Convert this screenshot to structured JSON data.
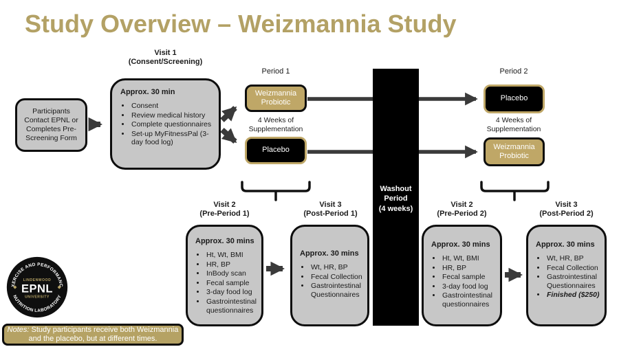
{
  "title": "Study Overview – Weizmannia Study",
  "colors": {
    "accent_gold": "#b3a165",
    "box_gold": "#bfa767",
    "gray_box": "#c7c7c7",
    "arrow_gray": "#3a3a3a",
    "black": "#000000"
  },
  "intake_box": {
    "text": "Participants Contact EPNL or Completes Pre-Screening Form"
  },
  "visit1": {
    "label_line1": "Visit 1",
    "label_line2": "(Consent/Screening)",
    "duration": "Approx. 30 min",
    "items": [
      "Consent",
      "Review medical history",
      "Complete questionnaires",
      "Set-up MyFitnessPal (3-day food log)"
    ]
  },
  "period1": {
    "label": "Period 1",
    "top_box": "Weizmannia Probiotic",
    "between": "4 Weeks of Supplementation",
    "bottom_box": "Placebo"
  },
  "washout": {
    "line1": "Washout",
    "line2": "Period",
    "line3": "(4 weeks)"
  },
  "period2": {
    "label": "Period 2",
    "top_box": "Placebo",
    "between": "4 Weeks of Supplementation",
    "bottom_box": "Weizmannia Probiotic"
  },
  "visits": [
    {
      "label_line1": "Visit 2",
      "label_line2": "(Pre-Period 1)",
      "duration": "Approx. 30 mins",
      "items": [
        "Ht, Wt, BMI",
        "HR, BP",
        "InBody scan",
        "Fecal sample",
        "3-day food log",
        "Gastrointestinal questionnaires"
      ]
    },
    {
      "label_line1": "Visit 3",
      "label_line2": "(Post-Period 1)",
      "duration": "Approx. 30 mins",
      "items": [
        "Wt, HR, BP",
        "Fecal Collection",
        "Gastrointestinal Questionnaires"
      ]
    },
    {
      "label_line1": "Visit 2",
      "label_line2": "(Pre-Period 2)",
      "duration": "Approx. 30 mins",
      "items": [
        "Ht, Wt, BMI",
        "HR, BP",
        "Fecal sample",
        "3-day food log",
        "Gastrointestinal questionnaires"
      ]
    },
    {
      "label_line1": "Visit 3",
      "label_line2": "(Post-Period 2)",
      "duration": "Approx. 30 mins",
      "items": [
        "Wt, HR, BP",
        "Fecal Collection",
        "Gastrointestinal Questionnaires",
        {
          "text": "Finished ($250)",
          "emphasis": true
        }
      ]
    }
  ],
  "logo": {
    "top_arc": "EXERCISE AND PERFORMANCE",
    "bottom_arc": "NUTRITION LABORATORY",
    "line_above": "LINDENWOOD",
    "acronym": "EPNL",
    "line_below": "UNIVERSITY"
  },
  "notes": {
    "prefix": "Notes:",
    "body": " Study participants receive both Weizmannia and the placebo, but at different times."
  }
}
